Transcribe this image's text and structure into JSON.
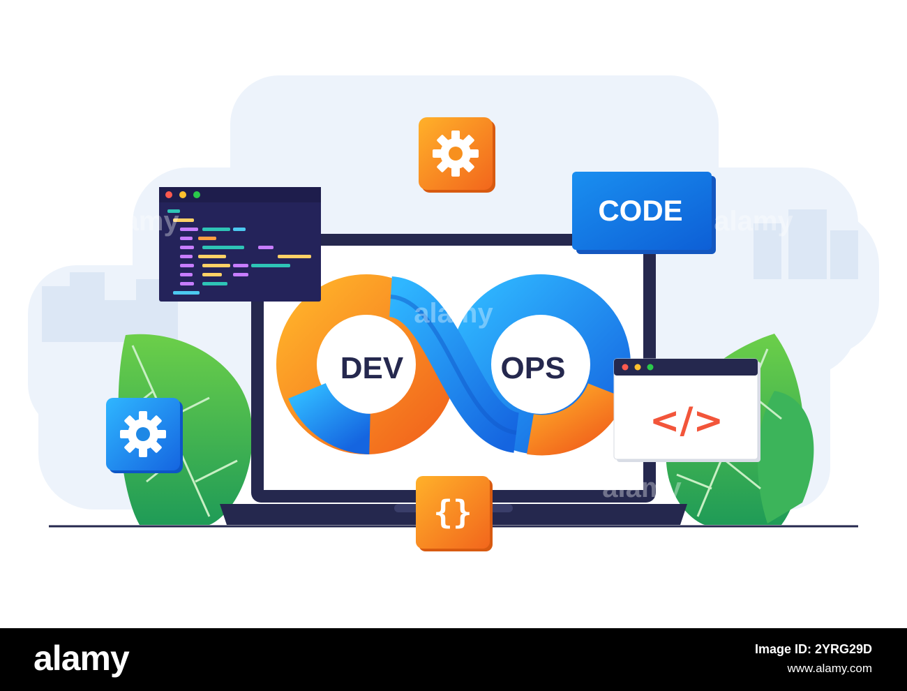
{
  "illustration": {
    "loop_left_text": "DEV",
    "loop_right_text": "OPS",
    "code_badge_text": "CODE",
    "code_tag_glyph": "</>",
    "braces_glyph": "{}",
    "watermark_text": "alamy",
    "icons": [
      "gear-icon",
      "gear-icon",
      "braces-icon",
      "code-tag-icon",
      "infinity-loop-icon",
      "laptop-icon",
      "leaf-icon"
    ],
    "colors": {
      "orange": "#f7901e",
      "blue": "#1e88e5",
      "navy": "#25284e",
      "green": "#4caf50",
      "editor_bg": "#24235a"
    }
  },
  "footer": {
    "brand": "alamy",
    "image_id": "Image ID: 2YRG29D",
    "url": "www.alamy.com"
  }
}
